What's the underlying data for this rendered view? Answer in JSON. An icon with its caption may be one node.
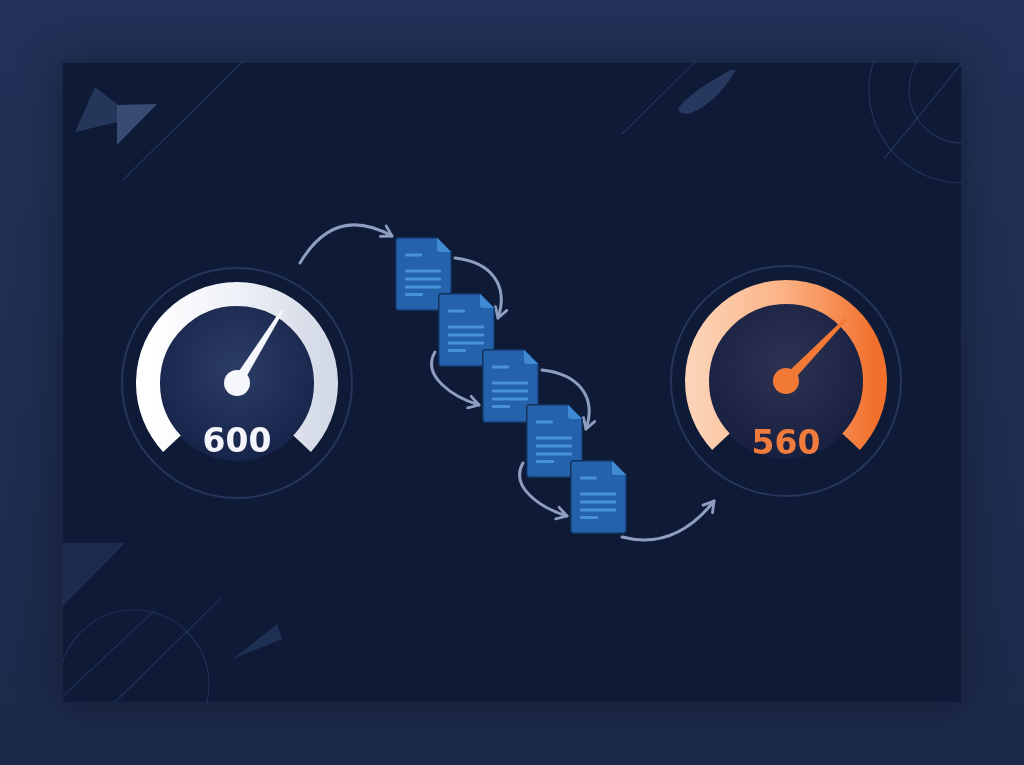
{
  "diagram": {
    "nodes": [
      {
        "text": [
          "600"
        ]
      },
      {
        "text": [],
        "shape": "document"
      },
      {
        "text": [],
        "shape": "document"
      },
      {
        "text": [],
        "shape": "document"
      },
      {
        "text": [],
        "shape": "document"
      },
      {
        "text": [],
        "shape": "document"
      },
      {
        "text": [
          "560"
        ]
      }
    ],
    "edges": [
      {
        "from": 0,
        "to": 1,
        "arrow": "to"
      },
      {
        "from": 1,
        "to": 2,
        "arrow": "to"
      },
      {
        "from": 2,
        "to": 3,
        "arrow": "to"
      },
      {
        "from": 3,
        "to": 4,
        "arrow": "to"
      },
      {
        "from": 4,
        "to": 5,
        "arrow": "to"
      },
      {
        "from": 5,
        "to": 6,
        "arrow": "to"
      }
    ]
  }
}
